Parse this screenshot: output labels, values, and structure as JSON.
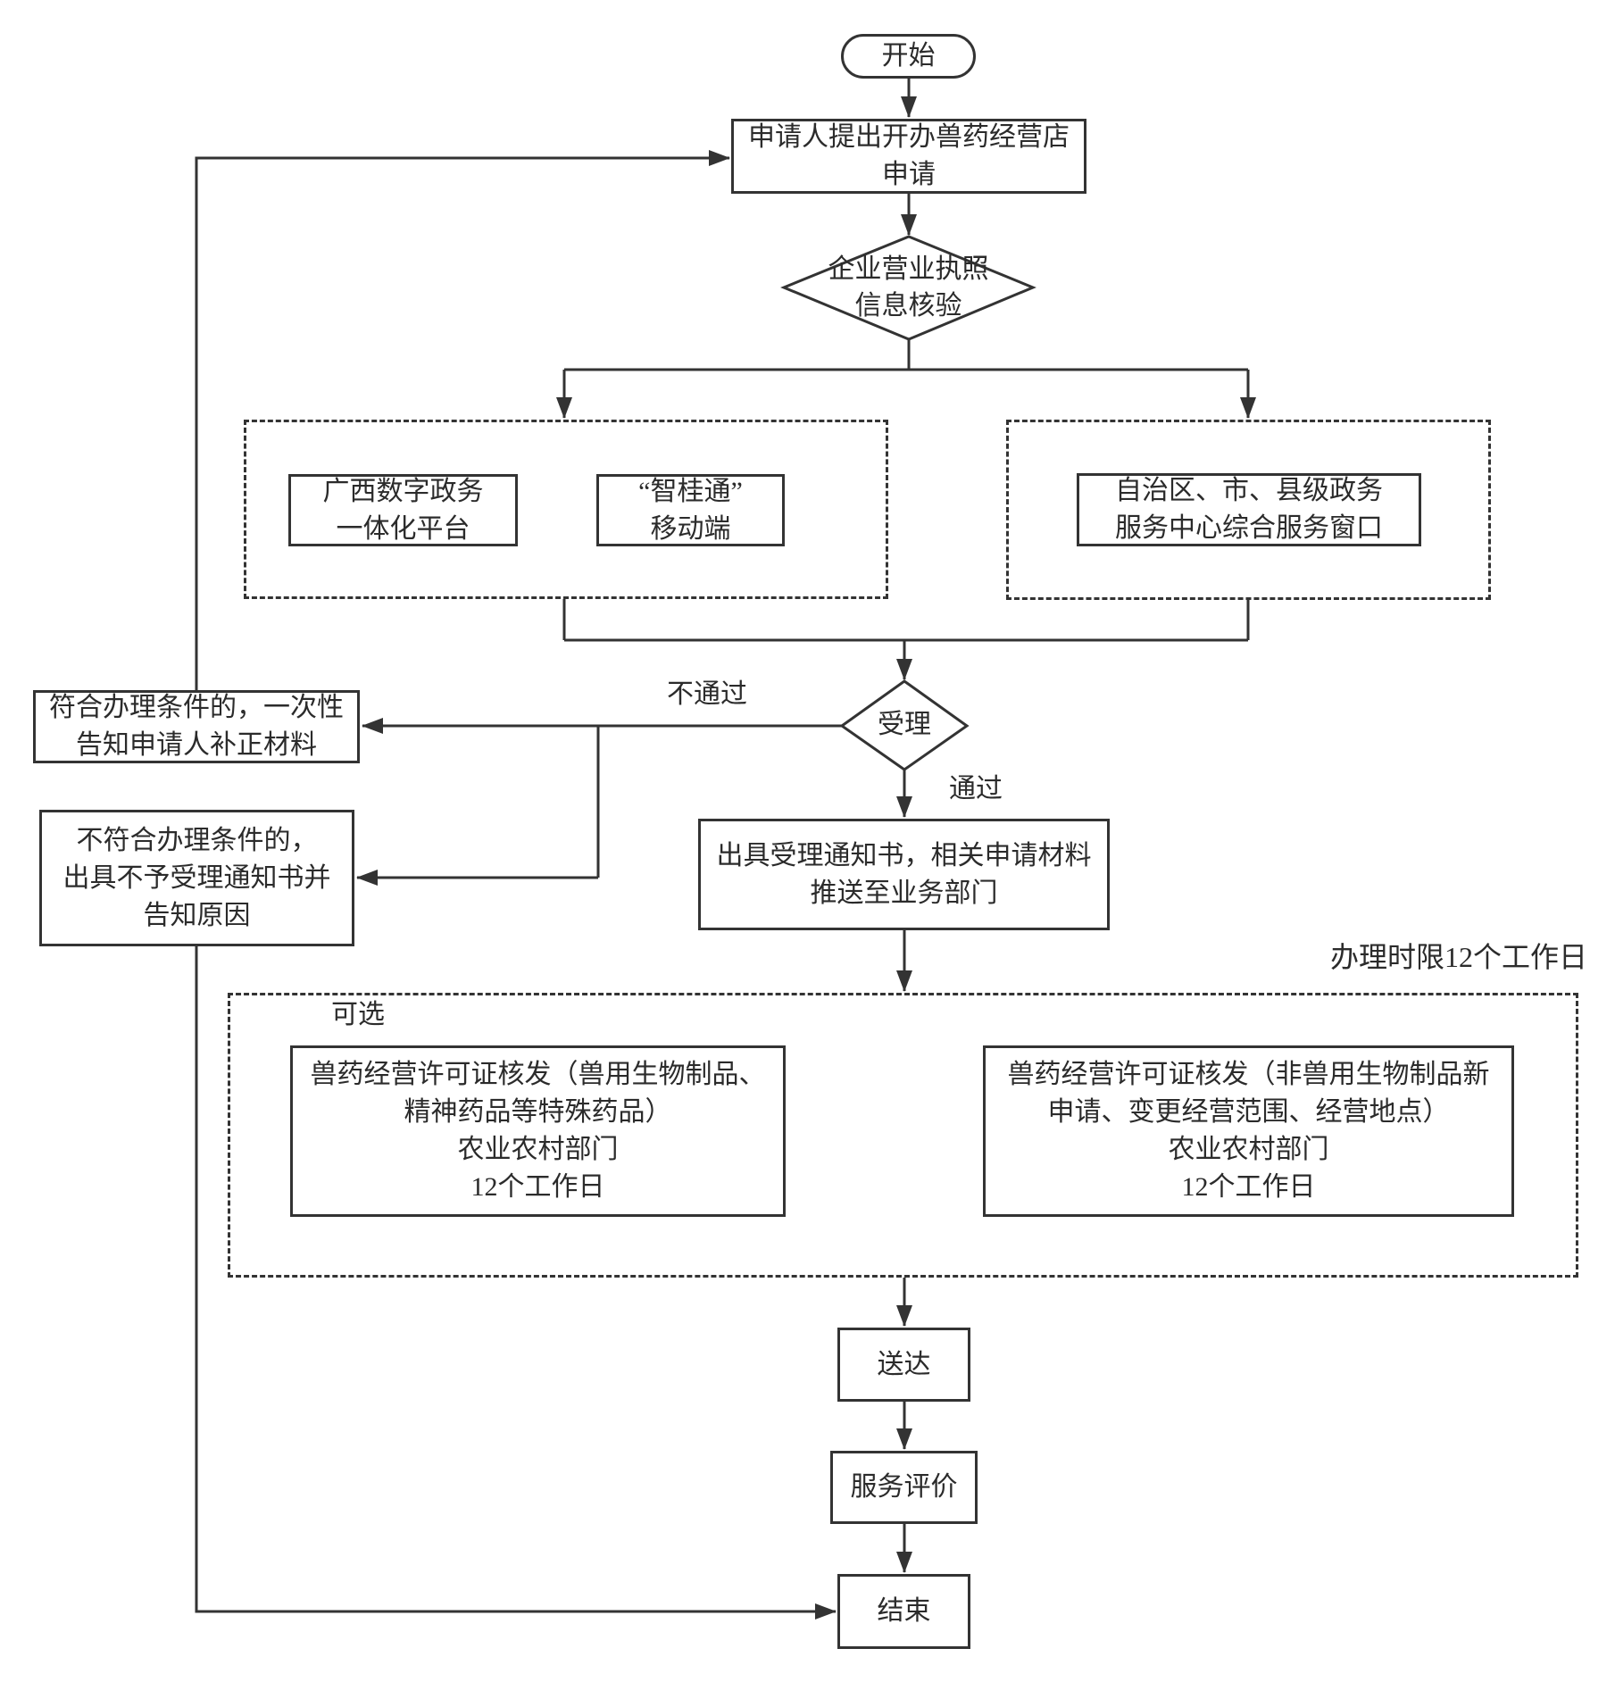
{
  "nodes": {
    "start": "开始",
    "apply": "申请人提出开办兽药经营店\n申请",
    "verify": "企业营业执照\n信息核验",
    "platform": "广西数字政务\n一体化平台",
    "mobile": "“智桂通”\n移动端",
    "window": "自治区、市、县级政务\n服务中心综合服务窗口",
    "accept": "受理",
    "notice": "出具受理通知书，相关申请材料\n推送至业务部门",
    "supplement": "符合办理条件的，一次性\n告知申请人补正材料",
    "reject": "不符合办理条件的，\n出具不予受理通知书并\n告知原因",
    "option_special": "兽药经营许可证核发（兽用生物制品、\n精神药品等特殊药品）\n农业农村部门\n12个工作日",
    "option_general": "兽药经营许可证核发（非兽用生物制品新\n申请、变更经营范围、经营地点）\n农业农村部门\n12个工作日",
    "deliver": "送达",
    "evaluate": "服务评价",
    "end": "结束"
  },
  "labels": {
    "fail": "不通过",
    "pass": "通过",
    "optional": "可选",
    "time_limit": "办理时限12个工作日"
  },
  "colors": {
    "ink": "#333333",
    "background": "#ffffff"
  }
}
